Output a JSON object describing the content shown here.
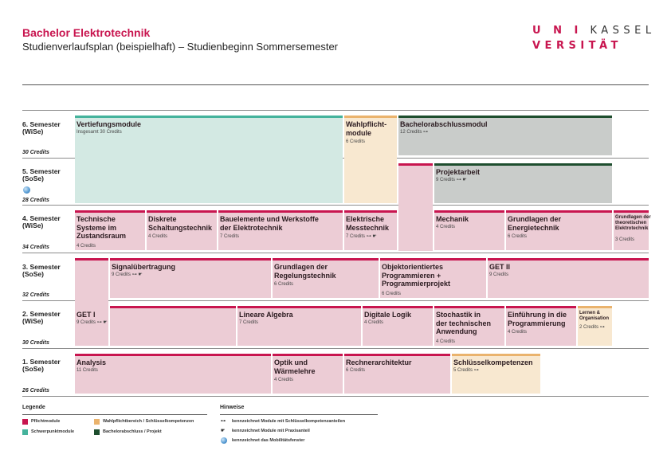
{
  "header": {
    "title": "Bachelor Elektrotechnik",
    "subtitle": "Studienverlaufsplan (beispielhaft) – Studienbeginn Sommersemester",
    "logo_uni": "U N I",
    "logo_kassel": "KASSEL",
    "logo_line2": "VERSITÄT"
  },
  "icons": {
    "key": "⊶",
    "hand": "☛",
    "globe": "globe-icon"
  },
  "colors": {
    "pflicht": "#c8154f",
    "schwerpunkt": "#45b39c",
    "wahlpflicht": "#eab36d",
    "bachelor": "#1e4e2e"
  },
  "semesters": [
    {
      "label": "6. Semester",
      "sub": "(WiSe)",
      "credits": "30 Credits"
    },
    {
      "label": "5. Semester",
      "sub": "(SoSe)",
      "credits": "28 Credits"
    },
    {
      "label": "4. Semester",
      "sub": "(WiSe)",
      "credits": "34 Credits"
    },
    {
      "label": "3. Semester",
      "sub": "(SoSe)",
      "credits": "32 Credits"
    },
    {
      "label": "2. Semester",
      "sub": "(WiSe)",
      "credits": "30 Credits"
    },
    {
      "label": "1. Semester",
      "sub": "(SoSe)",
      "credits": "26 Credits"
    }
  ],
  "modules": {
    "vertiefung": {
      "name": "Vertiefungsmodule",
      "credits": "Insgesamt 30 Credits"
    },
    "wahlpflicht": {
      "name1": "Wahlpflicht-",
      "name2": "module",
      "credits": "6 Credits"
    },
    "bachelor": {
      "name": "Bachelorabschlussmodul",
      "credits": "12 Credits"
    },
    "projekt": {
      "name": "Projektarbeit",
      "credits": "9 Credits"
    },
    "techsys": {
      "name1": "Technische",
      "name2": "Systeme im",
      "name3": "Zustandsraum",
      "credits": "4 Credits"
    },
    "diskrete": {
      "name1": "Diskrete",
      "name2": "Schaltungstechnik",
      "credits": "4 Credits"
    },
    "bauelemente": {
      "name1": "Bauelemente und Werkstoffe",
      "name2": "der Elektrotechnik",
      "credits": "7 Credits"
    },
    "messtechnik": {
      "name1": "Elektrische",
      "name2": "Messtechnik",
      "credits": "7 Credits"
    },
    "mechanik": {
      "name": "Mechanik",
      "credits": "4 Credits"
    },
    "energie": {
      "name1": "Grundlagen der",
      "name2": "Energietechnik",
      "credits": "6 Credits"
    },
    "theoret": {
      "name1": "Grundlagen der",
      "name2": "theoretischen",
      "name3": "Elektrotechnik",
      "credits": "3 Credits"
    },
    "signal": {
      "name": "Signalübertragung",
      "credits": "9 Credits"
    },
    "regelung": {
      "name1": "Grundlagen der",
      "name2": "Regelungstechnik",
      "credits": "6 Credits"
    },
    "oop": {
      "name1": "Objektorientiertes",
      "name2": "Programmieren +",
      "name3": "Programmierprojekt",
      "credits": "6 Credits"
    },
    "get2": {
      "name": "GET II",
      "credits": "9 Credits"
    },
    "get1": {
      "name": "GET I",
      "credits": "9 Credits"
    },
    "linalg": {
      "name": "Lineare Algebra",
      "credits": "7 Credits"
    },
    "digital": {
      "name": "Digitale Logik",
      "credits": "4 Credits"
    },
    "stochastik": {
      "name1": "Stochastik in",
      "name2": "der technischen",
      "name3": "Anwendung",
      "credits": "4 Credits"
    },
    "einfuehrung": {
      "name1": "Einführung in die",
      "name2": "Programmierung",
      "credits": "4 Credits"
    },
    "lernen": {
      "name1": "Lernen &",
      "name2": "Organisation",
      "credits": "2 Credits"
    },
    "analysis": {
      "name": "Analysis",
      "credits": "11 Credits"
    },
    "optik": {
      "name1": "Optik und",
      "name2": "Wärmelehre",
      "credits": "4 Credits"
    },
    "rechner": {
      "name": "Rechnerarchitektur",
      "credits": "6 Credits"
    },
    "schluessel": {
      "name": "Schlüsselkompetenzen",
      "credits": "5 Credits"
    }
  },
  "legend": {
    "title": "Legende",
    "pflicht": "Pflichtmodule",
    "schwerpunkt": "Schwerpunktmodule",
    "wahlpflicht": "Wahlpflichtbereich / Schlüsselkompetenzen",
    "bachelor": "Bachelorabschluss / Projekt"
  },
  "hints": {
    "title": "Hinweise",
    "key": "kennzeichnet Module mit Schlüsselkompetenzanteilen",
    "hand": "kennzeichnet Module mit Praxisanteil",
    "globe": "kennzeichnet das Mobilitätsfenster"
  }
}
